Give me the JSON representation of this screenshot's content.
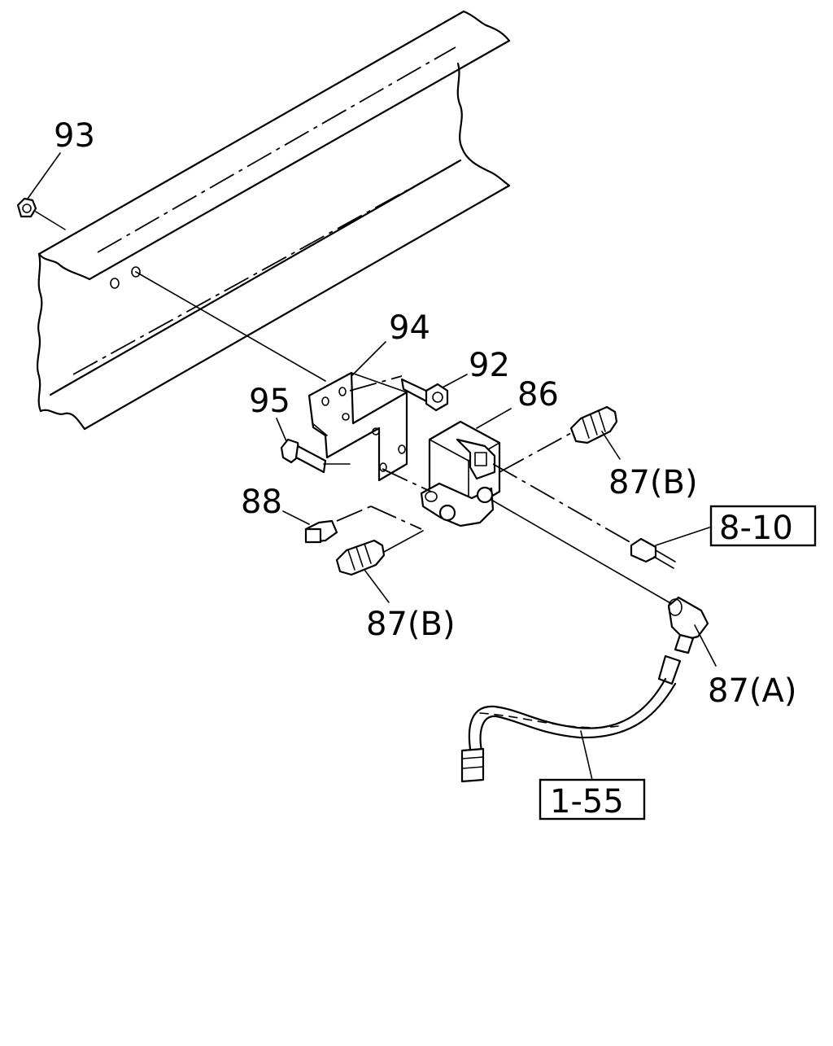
{
  "callouts": {
    "c93": "93",
    "c94": "94",
    "c92": "92",
    "c95": "95",
    "c86": "86",
    "c88": "88",
    "c87b_right": "87(B)",
    "c87b_left": "87(B)",
    "c87a": "87(A)"
  },
  "references": {
    "r810": "8-10",
    "r155": "1-55"
  }
}
